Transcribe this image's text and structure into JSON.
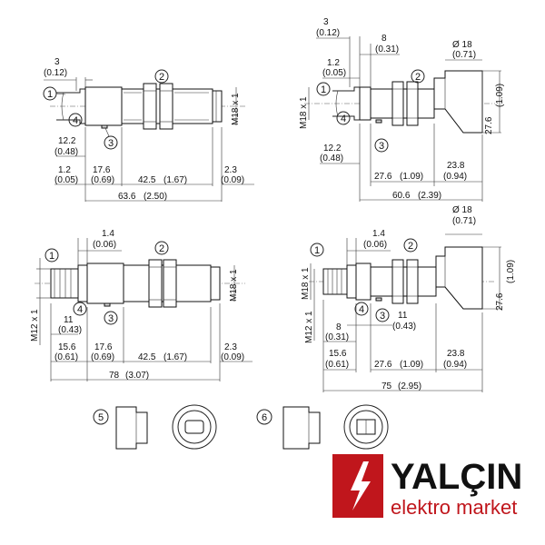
{
  "drawing": {
    "view1": {
      "dims": {
        "d1": "3",
        "d1b": "(0.12)",
        "d2": "12.2",
        "d2b": "(0.48)",
        "d3": "1.2",
        "d3b": "(0.05)",
        "d4": "17.6",
        "d4b": "(0.69)",
        "d5": "42.5",
        "d5b": "(1.67)",
        "d6": "2.3",
        "d6b": "(0.09)",
        "d7": "63.6",
        "d7b": "(2.50)",
        "thread": "M18 x 1"
      },
      "callouts": [
        "1",
        "2",
        "3",
        "4"
      ]
    },
    "view2": {
      "dims": {
        "d1": "3",
        "d1b": "(0.12)",
        "d2": "8",
        "d2b": "(0.31)",
        "d3": "Ø 18",
        "d3b": "(0.71)",
        "d4": "1.2",
        "d4b": "(0.05)",
        "d5": "27.6",
        "d5b": "(1.09)",
        "d6": "12.2",
        "d6b": "(0.48)",
        "d7": "27.6",
        "d7b": "(1.09)",
        "d8": "23.8",
        "d8b": "(0.94)",
        "d9": "60.6",
        "d9b": "(2.39)",
        "thread": "M18 x 1"
      },
      "callouts": [
        "1",
        "2",
        "3",
        "4"
      ]
    },
    "view3": {
      "dims": {
        "d1": "1.4",
        "d1b": "(0.06)",
        "d2": "11",
        "d2b": "(0.43)",
        "d3": "15.6",
        "d3b": "(0.61)",
        "d4": "17.6",
        "d4b": "(0.69)",
        "d5": "42.5",
        "d5b": "(1.67)",
        "d6": "2.3",
        "d6b": "(0.09)",
        "d7": "78",
        "d7b": "(3.07)",
        "thread": "M18 x 1",
        "thread2": "M12 x 1"
      },
      "callouts": [
        "1",
        "2",
        "3",
        "4"
      ]
    },
    "view4": {
      "dims": {
        "d1": "1.4",
        "d1b": "(0.06)",
        "d2": "Ø 18",
        "d2b": "(0.71)",
        "d3": "11",
        "d3b": "(0.43)",
        "d4": "8",
        "d4b": "(0.31)",
        "d5": "15.6",
        "d5b": "(0.61)",
        "d6": "27.6",
        "d6b": "(1.09)",
        "d7": "23.8",
        "d7b": "(0.94)",
        "d8": "75",
        "d8b": "(2.95)",
        "d9": "27.6",
        "d9b": "(1.09)",
        "thread": "M18 x 1",
        "thread2": "M12 x 1"
      },
      "callouts": [
        "1",
        "2",
        "3",
        "4"
      ]
    },
    "bottom_callouts": [
      "5",
      "6"
    ]
  },
  "logo": {
    "brand": "YALÇIN",
    "sub": "elektro market",
    "color_red": "#c0161c"
  }
}
